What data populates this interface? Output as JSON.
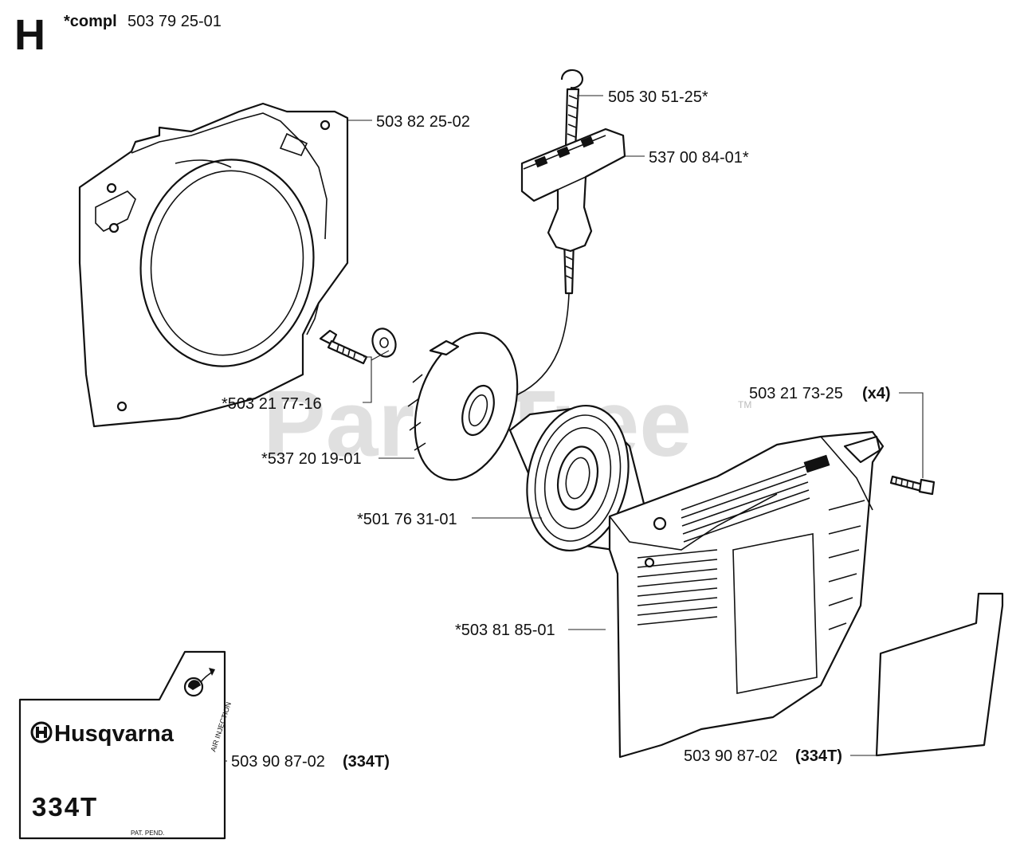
{
  "section_letter": "H",
  "header": {
    "compl_label": "*compl",
    "compl_number": "503 79 25-01"
  },
  "watermark": {
    "text": "PartsTree",
    "tm": "TM"
  },
  "callouts": {
    "housing": "503 82 25-02",
    "rope": "505 30 51-25*",
    "handle": "537 00 84-01*",
    "screw_washer": "*503 21 77-16",
    "pulley": "*537 20 19-01",
    "spring": "*501 76 31-01",
    "cover_screw": {
      "number": "503 21 73-25",
      "qty": "(x4)"
    },
    "cover": "*503 81 85-01",
    "decal_left": {
      "number": "503 90 87-02",
      "model": "(334T)"
    },
    "decal_right": {
      "number": "503 90 87-02",
      "model": "(334T)"
    }
  },
  "decal": {
    "brand": "Husqvarna",
    "vertical_text": "AIR INJECTION",
    "model": "334T",
    "pat": "PAT. PEND."
  }
}
